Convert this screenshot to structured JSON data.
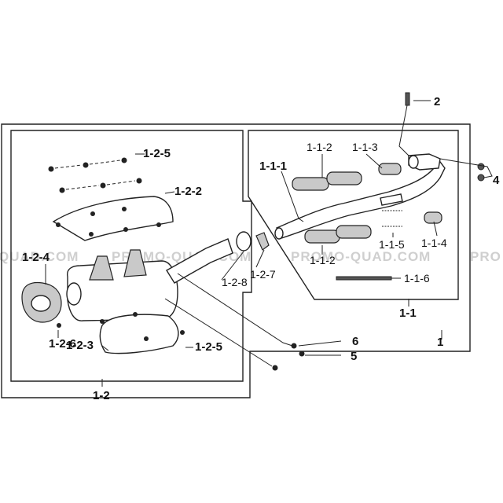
{
  "watermark": {
    "text": "PROMO-QUAD.COM",
    "fragments": [
      "QUAD.COM",
      "PROMO-QUAD.COM",
      "PROMO-QUAD.COM",
      "PRO"
    ]
  },
  "labels": {
    "l_2": "2",
    "l_4": "4",
    "l_1_1_1": "1-1-1",
    "l_1_1_2a": "1-1-2",
    "l_1_1_3": "1-1-3",
    "l_1_1_2b": "1-1-2",
    "l_1_1_5": "1-1-5",
    "l_1_1_4": "1-1-4",
    "l_1_1_6": "1-1-6",
    "l_1_1": "1-1",
    "l_1_2_5a": "1-2-5",
    "l_1_2_2": "1-2-2",
    "l_1_2_4": "1-2-4",
    "l_1_2_6": "1-2-6",
    "l_1_2_8": "1-2-8",
    "l_1_2_7": "1-2-7",
    "l_1_2_3": "1-2-3",
    "l_1_2_5b": "1-2-5",
    "l_1_2": "1-2",
    "l_6": "6",
    "l_5": "5",
    "l_1": "1"
  },
  "colors": {
    "line": "#222222",
    "shade": "#c9c9c9",
    "watermark": "#cfcfcf"
  }
}
